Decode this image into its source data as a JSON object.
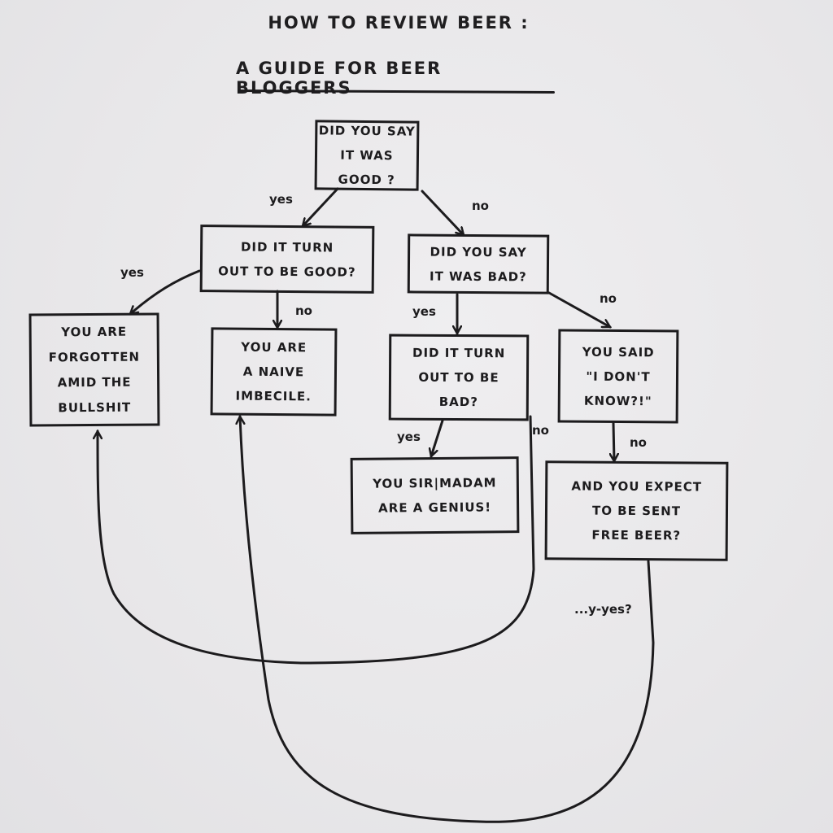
{
  "title": {
    "line1": "How to review beer :",
    "line2": "A guide for beer bloggers"
  },
  "nodes": {
    "q_said_good": "Did you say\nit was good ?",
    "q_turned_good": "Did it turn\nout to be good?",
    "q_said_bad": "Did you say\nit was bad?",
    "r_forgotten": "You are\nforgotten\namid the\nbullshit",
    "r_naive": "You are\na naive\nimbecile.",
    "q_turned_bad": "Did it turn\nout to be\nbad?",
    "r_dont_know": "You said\n\"I don't\nknow?!\"",
    "r_genius": "You sir|madam\nare a genius!",
    "q_free_beer": "And you expect\nto be sent\nfree beer?"
  },
  "edge_labels": {
    "said_good_yes": "yes",
    "said_good_no": "no",
    "turned_good_yes": "yes",
    "turned_good_no": "no",
    "said_bad_yes": "yes",
    "said_bad_no": "no",
    "turned_bad_yes": "yes",
    "turned_bad_no": "no",
    "dont_know_no": "no",
    "free_beer_yes": "...y-yes?"
  },
  "edges": [
    {
      "from": "q_said_good",
      "to": "q_turned_good",
      "label": "yes"
    },
    {
      "from": "q_said_good",
      "to": "q_said_bad",
      "label": "no"
    },
    {
      "from": "q_turned_good",
      "to": "r_forgotten",
      "label": "yes"
    },
    {
      "from": "q_turned_good",
      "to": "r_naive",
      "label": "no"
    },
    {
      "from": "q_said_bad",
      "to": "q_turned_bad",
      "label": "yes"
    },
    {
      "from": "q_said_bad",
      "to": "r_dont_know",
      "label": "no"
    },
    {
      "from": "q_turned_bad",
      "to": "r_genius",
      "label": "yes"
    },
    {
      "from": "q_turned_bad",
      "to": "r_forgotten",
      "label": "no"
    },
    {
      "from": "r_dont_know",
      "to": "q_free_beer",
      "label": "no"
    },
    {
      "from": "q_free_beer",
      "to": "r_naive",
      "label": "...y-yes?"
    }
  ],
  "colors": {
    "ink": "#1c1b1d",
    "paper": "#e9e8ea"
  }
}
